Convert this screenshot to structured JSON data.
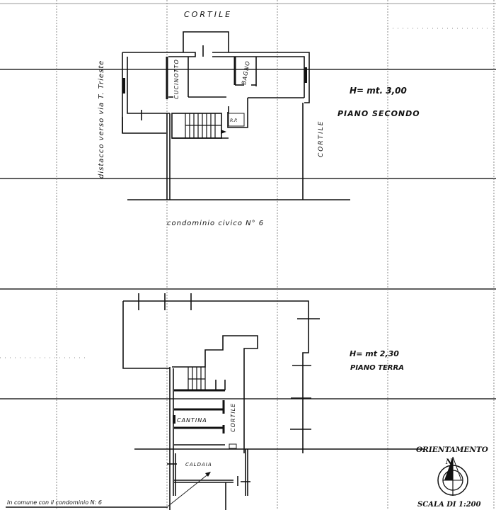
{
  "drawing": {
    "type": "floor-plan",
    "style": "scanned cadastral plan",
    "colors": {
      "ink": "#111111",
      "grid": "#2a2a2a",
      "grid_dashed": "#8a8a8a",
      "paper": "#ffffff"
    }
  },
  "upper_plan": {
    "top_label": "CORTILE",
    "left_label": "distacco verso via T. Trieste",
    "right_label": "CORTILE",
    "bottom_label": "condominio civico N° 6",
    "rooms": {
      "kitchenette": "CUCINOTTO",
      "bathroom": "BAGNO",
      "closet": "R.P."
    },
    "height": "H= mt. 3,00",
    "floor_name": "PIANO SECONDO"
  },
  "lower_plan": {
    "height": "H= mt 2,30",
    "floor_name": "PIANO TERRA",
    "rooms": {
      "cellar": "CANTINA",
      "courtyard": "CORTILE",
      "boiler": "CALDAIA"
    },
    "shared_note": "In comune con il condominio N: 6"
  },
  "legend": {
    "orientation_label": "ORIENTAMENTO",
    "north_letter": "N",
    "scale": "SCALA DI 1:200"
  }
}
